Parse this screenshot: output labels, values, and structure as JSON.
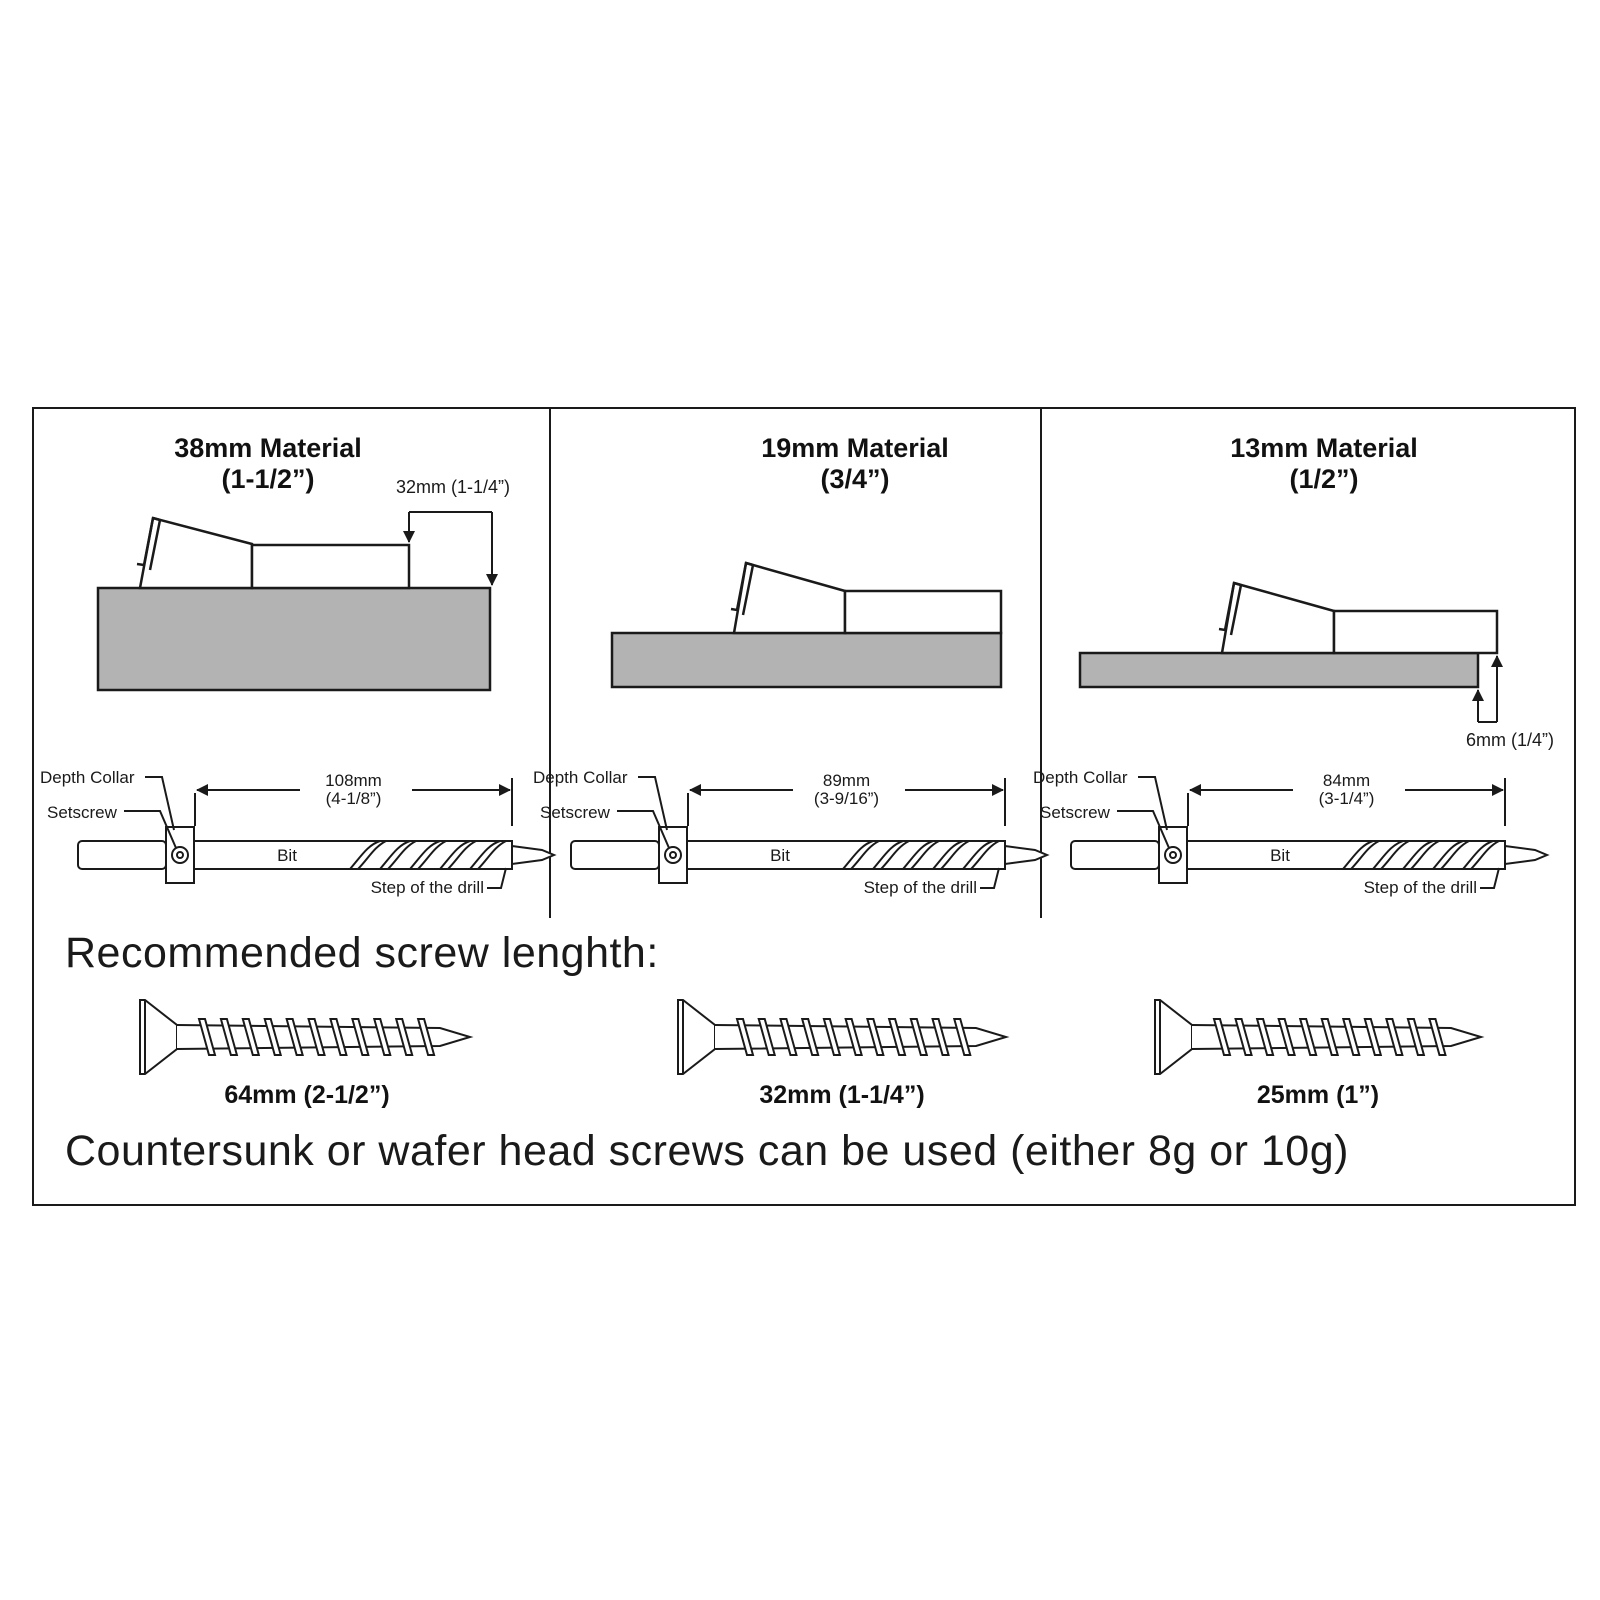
{
  "panels": [
    {
      "title": "38mm Material",
      "subtitle": "(1-1/2”)",
      "extra_dimension": "32mm (1-1/4”)",
      "depth_collar_label": "Depth Collar",
      "setscrew_label": "Setscrew",
      "bit_label": "Bit",
      "step_label": "Step of the drill",
      "bit_length_mm": "108mm",
      "bit_length_in": "(4-1/8”)"
    },
    {
      "title": "19mm Material",
      "subtitle": "(3/4”)",
      "depth_collar_label": "Depth Collar",
      "setscrew_label": "Setscrew",
      "bit_label": "Bit",
      "step_label": "Step of the drill",
      "bit_length_mm": "89mm",
      "bit_length_in": "(3-9/16”)"
    },
    {
      "title": "13mm Material",
      "subtitle": "(1/2”)",
      "extra_dimension": "6mm (1/4”)",
      "depth_collar_label": "Depth Collar",
      "setscrew_label": "Setscrew",
      "bit_label": "Bit",
      "step_label": "Step of the drill",
      "bit_length_mm": "84mm",
      "bit_length_in": "(3-1/4”)"
    }
  ],
  "screws_heading": "Recommended screw lenghth:",
  "screws": [
    {
      "label": "64mm (2-1/2”)"
    },
    {
      "label": "32mm (1-1/4”)"
    },
    {
      "label": "25mm (1”)"
    }
  ],
  "footer_note": "Countersunk or wafer head screws can be used (either 8g or 10g)",
  "colors": {
    "line": "#1a1a1a",
    "material_fill": "#b3b3b3",
    "background": "#ffffff"
  }
}
